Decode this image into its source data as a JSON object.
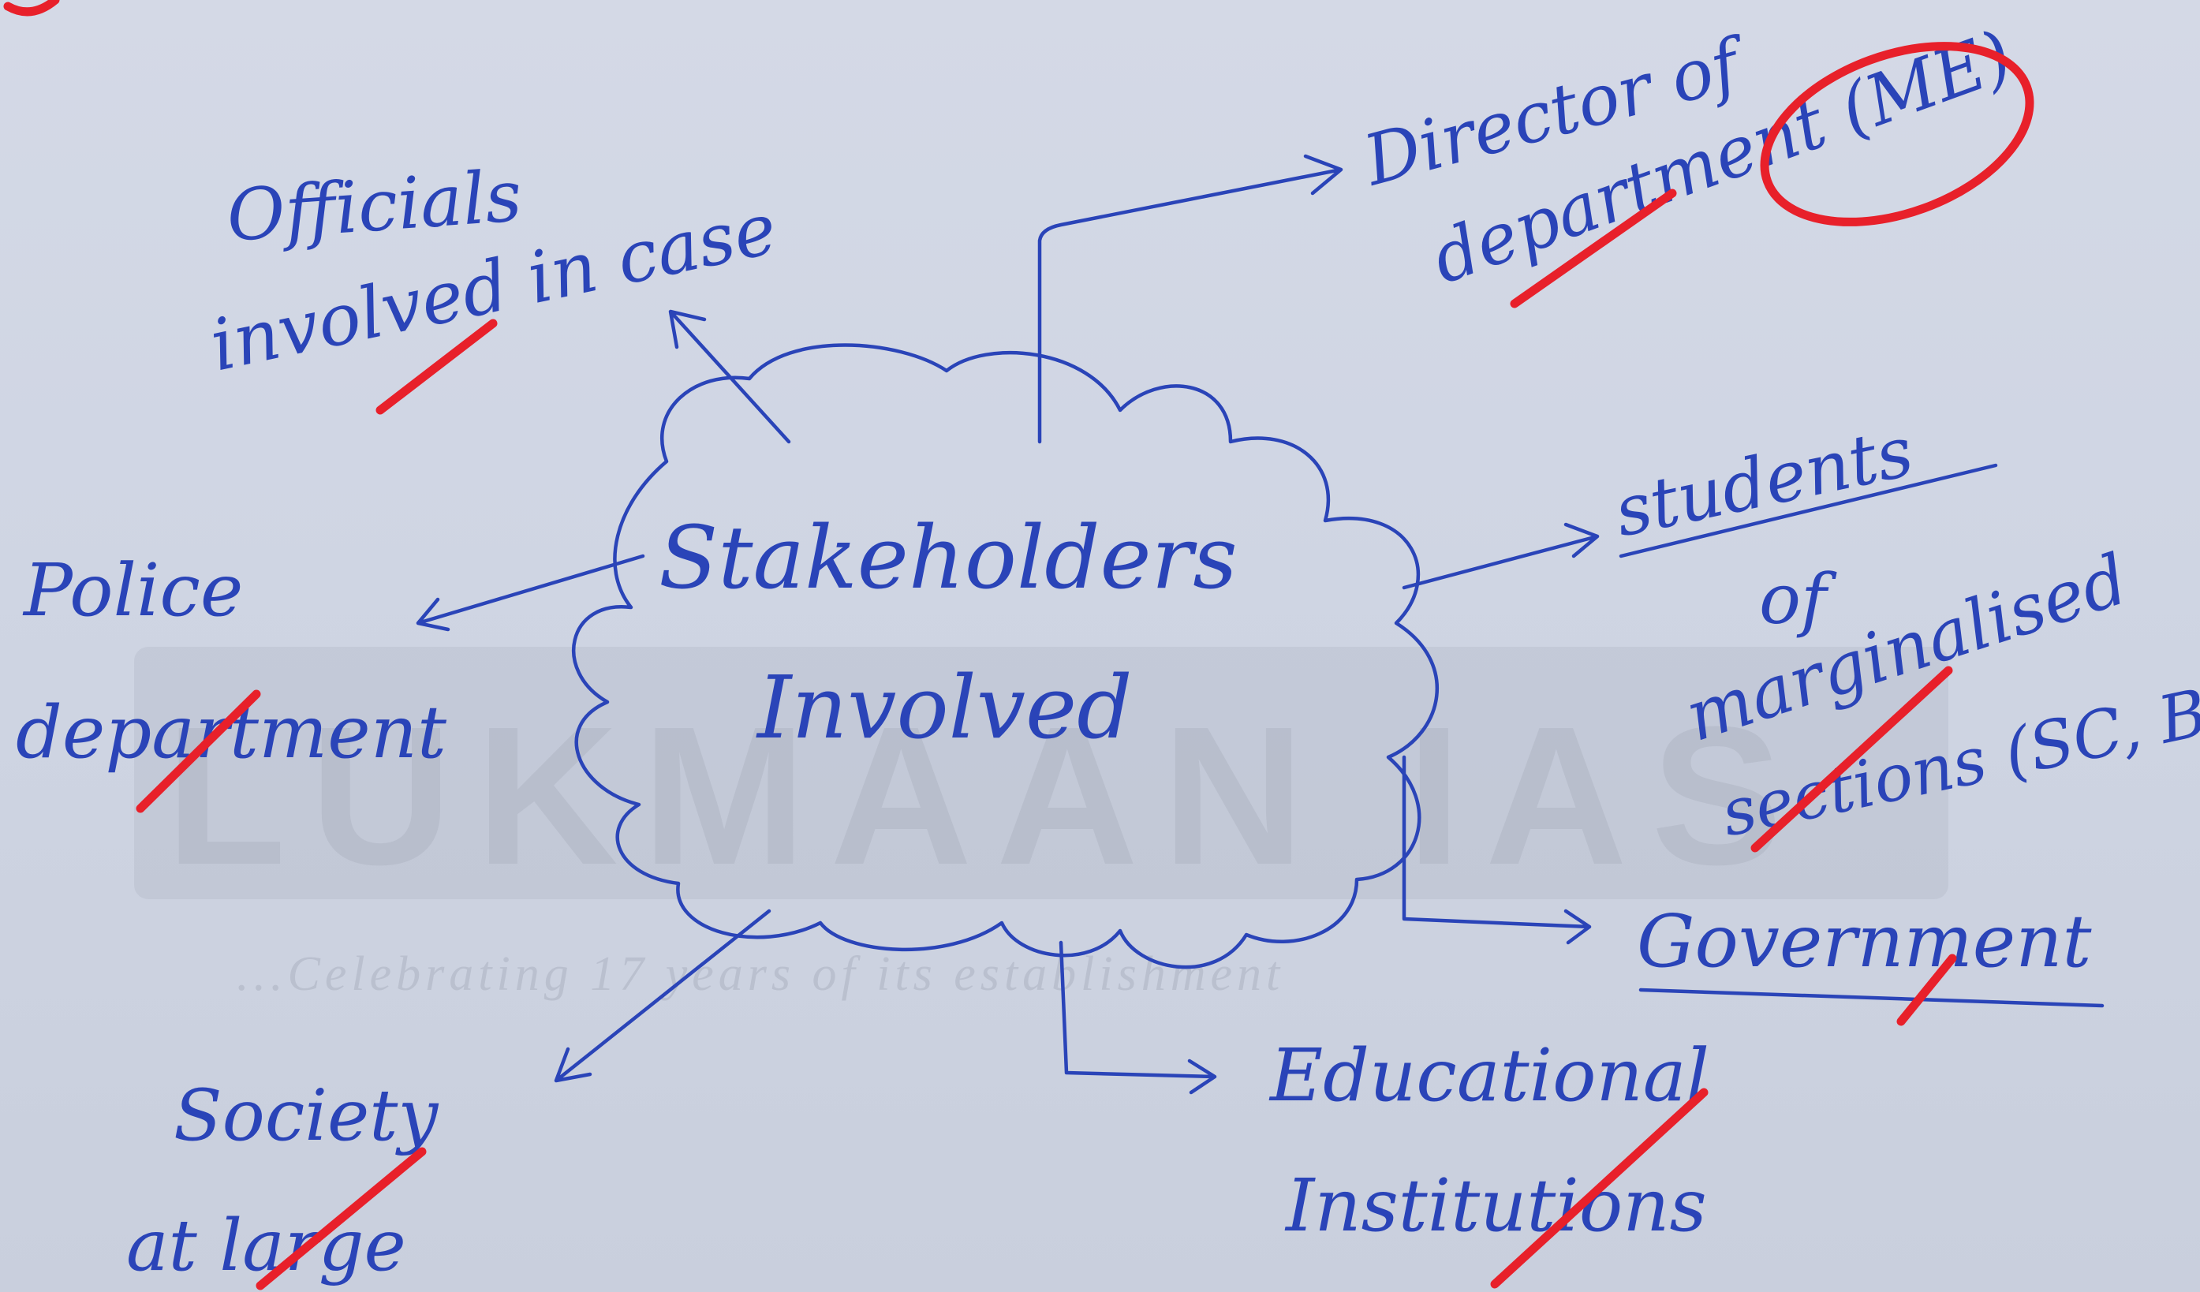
{
  "center": {
    "line1": "Stakeholders",
    "line2": "Involved"
  },
  "stakeholders": {
    "officials": {
      "line1": "Officials",
      "line2": "involved in case"
    },
    "director": {
      "line1": "Director of",
      "line2": "department (ME)"
    },
    "police": {
      "line1": "Police",
      "line2": "department"
    },
    "students": {
      "line1": "students",
      "line2": "of",
      "line3": "marginalised",
      "line4": "sections (SC, BC)"
    },
    "government": {
      "line1": "Government"
    },
    "society": {
      "line1": "Society",
      "line2": "at large"
    },
    "educational": {
      "line1": "Educational",
      "line2": "Institutions"
    }
  },
  "background_print": {
    "watermark": "LUKMAAN IAS",
    "tagline": "...Celebrating 17 years of its establishment"
  },
  "colors": {
    "ink": "#2a44b8",
    "red_correction": "#e8202a",
    "paper": "#d0d6e3"
  }
}
